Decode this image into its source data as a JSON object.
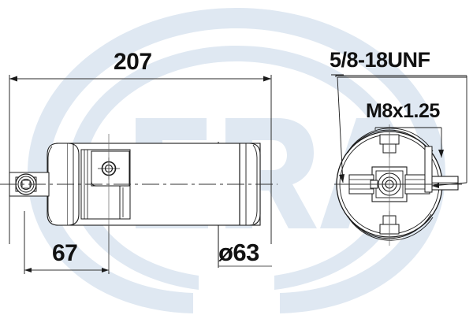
{
  "document": {
    "type": "technical-drawing",
    "subject": "air-conditioning receiver drier",
    "background_color": "#ffffff",
    "line_color": "#1a1a1a",
    "text_color": "#111111"
  },
  "watermark": {
    "text": "ERA",
    "color": "#dfe8f2",
    "accent_color": "#eaf1f8"
  },
  "dimensions": {
    "overall_length": "207",
    "bracket_offset": "67",
    "body_diameter": "ø63"
  },
  "callouts": {
    "port_thread": "5/8-18UNF",
    "stud_thread": "M8x1.25"
  },
  "views": {
    "side_view_label": "side-elevation",
    "end_view_label": "end-elevation"
  }
}
